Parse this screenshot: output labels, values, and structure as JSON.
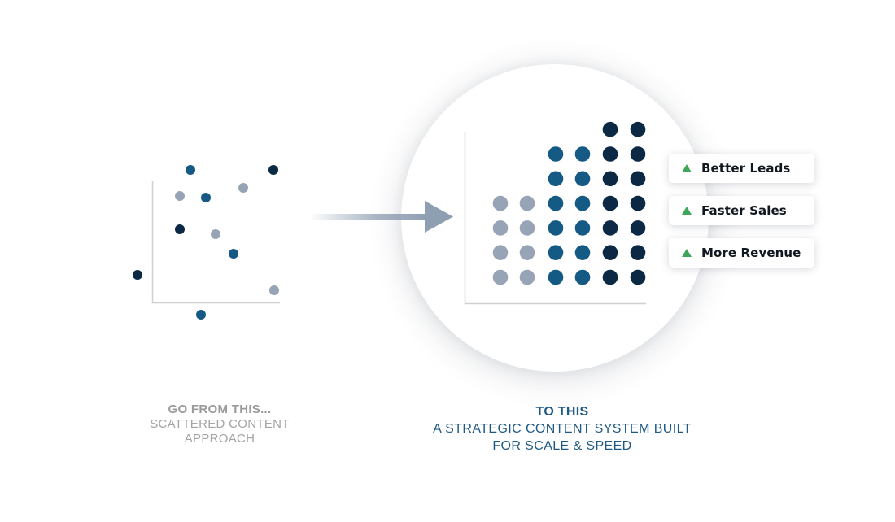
{
  "colors": {
    "dark": "#0b2945",
    "mid": "#155a85",
    "light": "#97a4b5",
    "arrow": "#8e9fb2",
    "axis": "#cfcfcf",
    "up_triangle": "#3fa55b"
  },
  "scattered": {
    "dots": [
      {
        "tone": "mid"
      },
      {
        "tone": "dark"
      },
      {
        "tone": "light"
      },
      {
        "tone": "mid"
      },
      {
        "tone": "light"
      },
      {
        "tone": "dark"
      },
      {
        "tone": "light"
      },
      {
        "tone": "mid"
      },
      {
        "tone": "dark"
      },
      {
        "tone": "light"
      },
      {
        "tone": "mid"
      }
    ]
  },
  "structured": {
    "columns": [
      {
        "tone": "light",
        "count": 4
      },
      {
        "tone": "light",
        "count": 4
      },
      {
        "tone": "mid",
        "count": 6
      },
      {
        "tone": "mid",
        "count": 6
      },
      {
        "tone": "dark",
        "count": 7
      },
      {
        "tone": "dark",
        "count": 7
      }
    ]
  },
  "outcomes": [
    {
      "icon": "up-triangle-icon",
      "label": "Better Leads"
    },
    {
      "icon": "up-triangle-icon",
      "label": "Faster Sales"
    },
    {
      "icon": "up-triangle-icon",
      "label": "More Revenue"
    }
  ],
  "captions": {
    "from_heading": "GO FROM THIS...",
    "from_line1": "SCATTERED CONTENT",
    "from_line2": "APPROACH",
    "to_heading": "TO THIS",
    "to_line1": "A STRATEGIC CONTENT SYSTEM BUILT",
    "to_line2": "FOR SCALE & SPEED"
  }
}
